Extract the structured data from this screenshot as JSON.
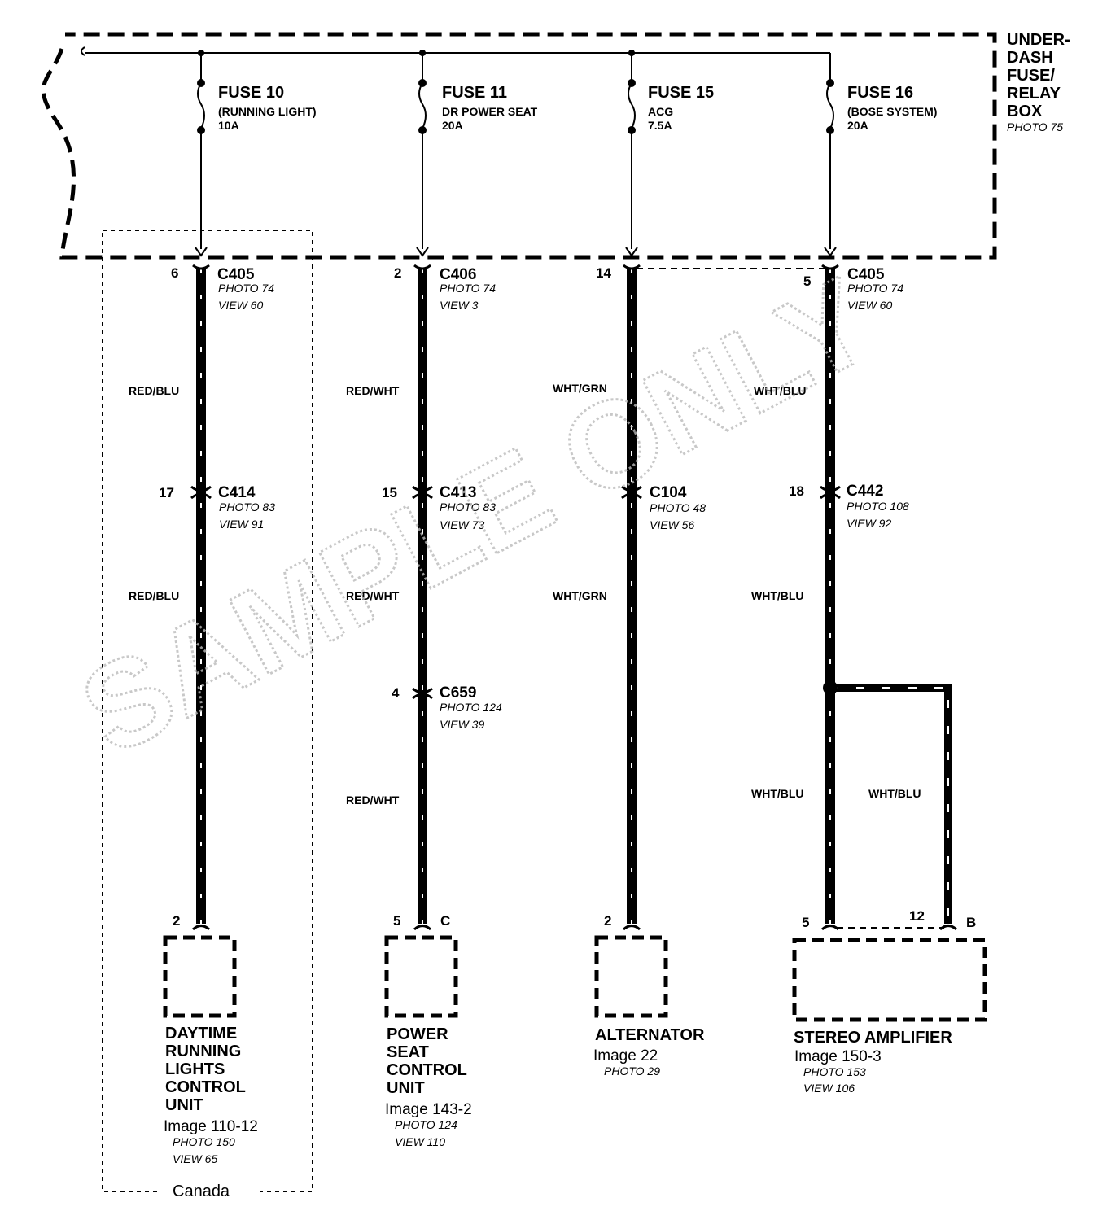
{
  "relay_box": {
    "name_lines": [
      "UNDER-",
      "DASH",
      "FUSE/",
      "RELAY",
      "BOX"
    ],
    "photo": "PHOTO 75"
  },
  "fuses": [
    {
      "name": "FUSE 10",
      "desc": "(RUNNING LIGHT)",
      "rating": "10A"
    },
    {
      "name": "FUSE 11",
      "desc": "DR POWER SEAT",
      "rating": "20A"
    },
    {
      "name": "FUSE 15",
      "desc": "ACG",
      "rating": "7.5A"
    },
    {
      "name": "FUSE 16",
      "desc": "(BOSE SYSTEM)",
      "rating": "20A"
    }
  ],
  "connectors": {
    "c405_a": {
      "pin": "6",
      "name": "C405",
      "photo": "PHOTO 74",
      "view": "VIEW 60"
    },
    "c406": {
      "pin": "2",
      "name": "C406",
      "photo": "PHOTO 74",
      "view": "VIEW 3"
    },
    "pin14": {
      "pin": "14"
    },
    "c405_b": {
      "pin": "5",
      "name": "C405",
      "photo": "PHOTO 74",
      "view": "VIEW 60"
    },
    "c414": {
      "pin": "17",
      "name": "C414",
      "photo": "PHOTO 83",
      "view": "VIEW 91"
    },
    "c413": {
      "pin": "15",
      "name": "C413",
      "photo": "PHOTO 83",
      "view": "VIEW 73"
    },
    "c104": {
      "name": "C104",
      "photo": "PHOTO 48",
      "view": "VIEW 56"
    },
    "c442": {
      "pin": "18",
      "name": "C442",
      "photo": "PHOTO 108",
      "view": "VIEW 92"
    },
    "c659": {
      "pin": "4",
      "name": "C659",
      "photo": "PHOTO 124",
      "view": "VIEW 39"
    }
  },
  "wire_colors": {
    "c1_upper": "RED/BLU",
    "c1_lower": "RED/BLU",
    "c2_upper": "RED/WHT",
    "c2_mid": "RED/WHT",
    "c2_lower": "RED/WHT",
    "c3_upper": "WHT/GRN",
    "c3_lower": "WHT/GRN",
    "c4_upper": "WHT/BLU",
    "c4_lower": "WHT/BLU",
    "c4_branch_a": "WHT/BLU",
    "c4_branch_b": "WHT/BLU"
  },
  "components": [
    {
      "pin": "2",
      "name_lines": [
        "DAYTIME",
        "RUNNING",
        "LIGHTS",
        "CONTROL",
        "UNIT"
      ],
      "image": "Image 110-12",
      "photo": "PHOTO 150",
      "view": "VIEW 65"
    },
    {
      "pin": "5",
      "connector": "C",
      "name_lines": [
        "POWER",
        "SEAT",
        "CONTROL",
        "UNIT"
      ],
      "image": "Image 143-2",
      "photo": "PHOTO 124",
      "view": "VIEW 110"
    },
    {
      "pin": "2",
      "name_lines": [
        "ALTERNATOR"
      ],
      "image": "Image 22",
      "photo": "PHOTO 29"
    },
    {
      "pin": "5",
      "pin2": "12",
      "connector": "B",
      "name_lines": [
        "STEREO AMPLIFIER"
      ],
      "image": "Image 150-3",
      "photo": "PHOTO 153",
      "view": "VIEW 106"
    }
  ],
  "region_label": "Canada",
  "watermark": "SAMPLE ONLY"
}
